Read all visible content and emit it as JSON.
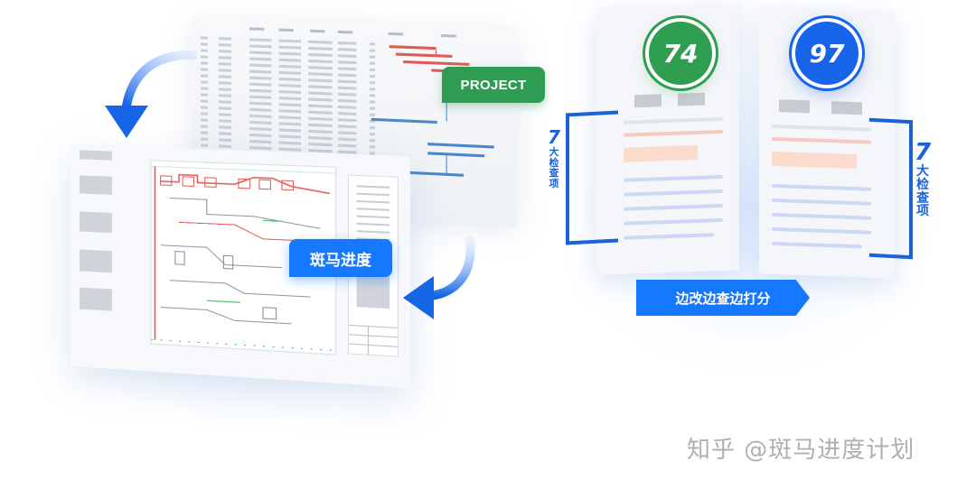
{
  "badges": {
    "project": "PROJECT",
    "zebra": "斑马进度"
  },
  "cards": {
    "left_score": "74",
    "right_score": "97",
    "left_score_color": "#2f9e50",
    "right_score_color": "#1764e8"
  },
  "check_label_left": {
    "number": "7",
    "chars": [
      "大",
      "检",
      "查",
      "项"
    ]
  },
  "check_label_right": {
    "number": "7",
    "chars": [
      "大",
      "检",
      "查",
      "项"
    ]
  },
  "ribbon_label": "边改边查边打分",
  "watermark": "知乎 @斑马进度计划",
  "icons": {
    "arrow_top": "curved-arrow-down-icon",
    "arrow_bottom": "curved-arrow-left-icon"
  },
  "colors": {
    "accent_blue": "#1677ff",
    "project_green": "#2e9c52",
    "gantt_red": "#e05a55",
    "gantt_blue": "#4a86c8"
  }
}
